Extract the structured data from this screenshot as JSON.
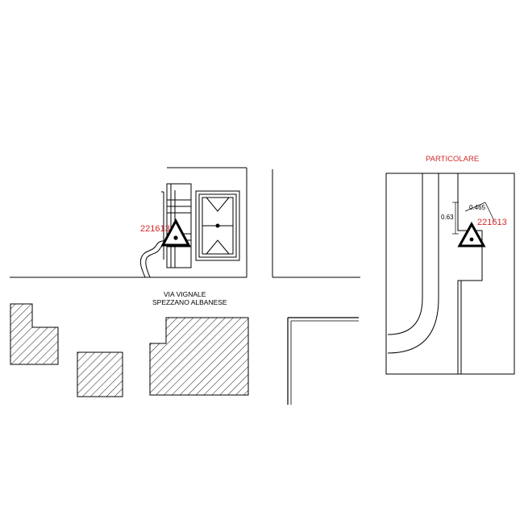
{
  "plan": {
    "street_name": "VIA VIGNALE",
    "town_name": "SPEZZANO ALBANESE",
    "marker_code": "221613"
  },
  "detail": {
    "title": "PARTICOLARE",
    "marker_code": "221613",
    "dimension_left": "0.63",
    "dimension_right": "0.465"
  },
  "colors": {
    "line": "#000000",
    "label_red": "#d42a2a",
    "background": "#ffffff"
  }
}
